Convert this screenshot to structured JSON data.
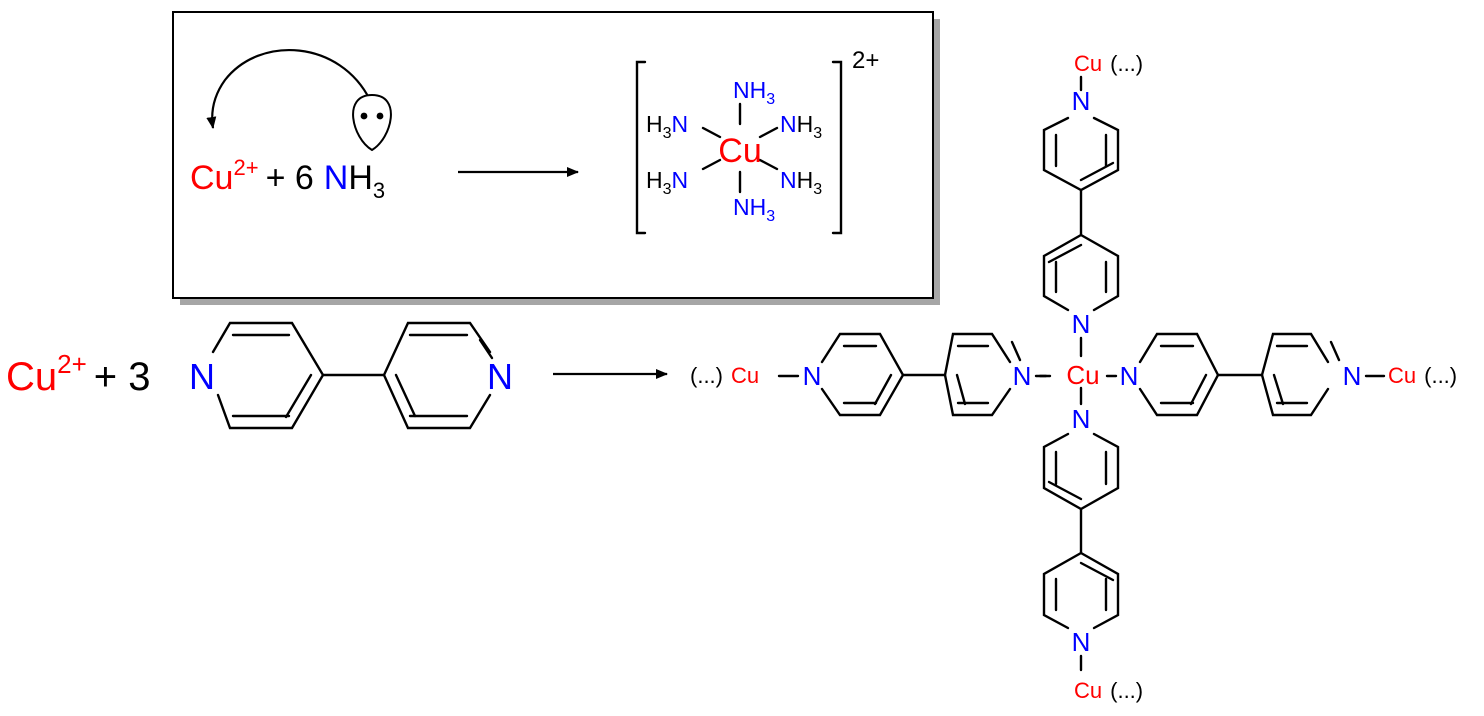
{
  "inset": {
    "cu_symbol": "Cu",
    "cu_charge": "2+",
    "plus_coef": "+ 6",
    "ammonia_n": "N",
    "ammonia_h": "H",
    "ammonia_sub": "3",
    "complex_center": "Cu",
    "complex_charge": "2+",
    "ligand_n": "N",
    "ligand_h": "H",
    "ligand_sub": "3"
  },
  "reaction": {
    "cu_symbol": "Cu",
    "cu_charge": "2+",
    "plus_coef": "+ 3",
    "n_label": "N"
  },
  "network": {
    "center": "Cu",
    "cu_label": "Cu",
    "n_label": "N",
    "ellipsis": "(...)"
  },
  "colors": {
    "copper": "#ff0000",
    "nitrogen": "#0000ff",
    "bond": "#000000",
    "inset_shadow": "#a6a6a6"
  },
  "icons": [
    "reaction-arrow-icon",
    "curved-arrow-icon",
    "lone-pair-lobe-icon",
    "bracket-icon"
  ]
}
